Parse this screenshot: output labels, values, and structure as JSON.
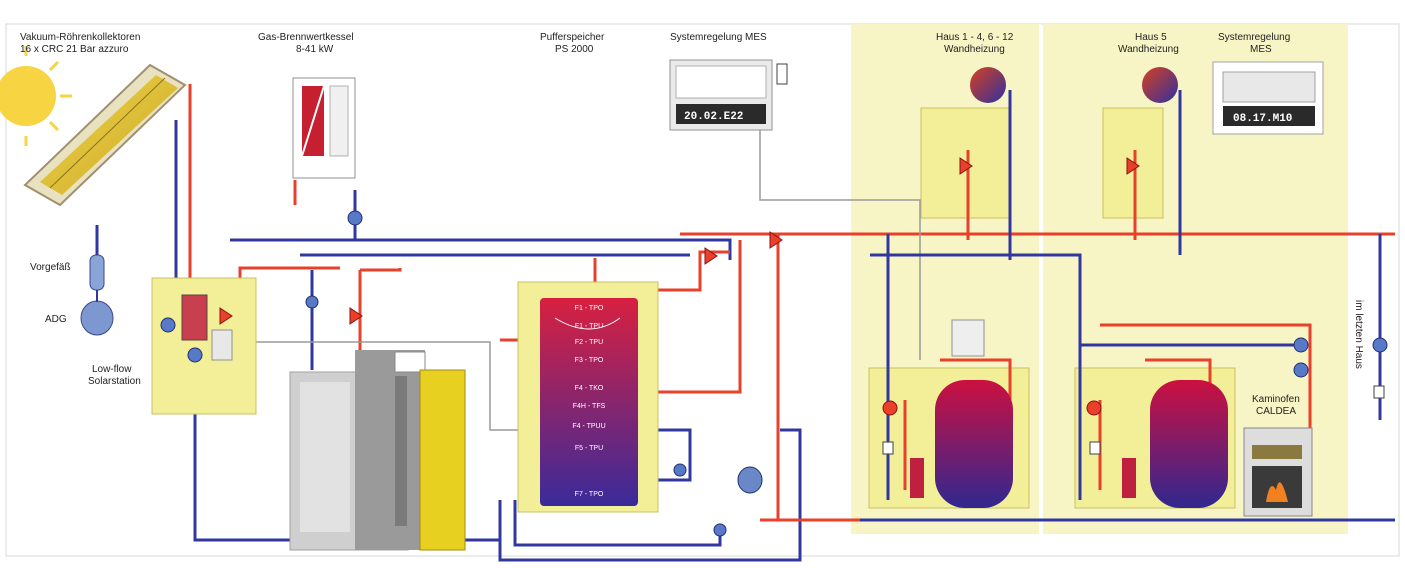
{
  "labels": {
    "collector_title": "Vakuum-Röhrenkollektoren",
    "collector_sub": "16 x CRC 21 Bar azzuro",
    "boiler_title": "Gas-Brennwertkessel",
    "boiler_sub": "8-41 kW",
    "buffer_title": "Pufferspeicher",
    "buffer_sub": "PS 2000",
    "control_title": "Systemregelung MES",
    "haus1_title": "Haus 1 - 4, 6 - 12",
    "haus1_sub": "Wandheizung",
    "haus5_title": "Haus 5",
    "haus5_sub": "Wandheizung",
    "control2_title": "Systemregelung",
    "control2_sub": "MES",
    "vorgefass": "Vorgefäß",
    "adg": "ADG",
    "station": "Low-flow",
    "station_sub": "Solarstation",
    "other_house": "im letzten Haus",
    "kaminofen": "Kaminofen",
    "kaminofen_sub": "CALDEA",
    "display1": "20.02.E22",
    "display2": "08.17.M10"
  },
  "buffer_sensors": [
    "F1 - TPO",
    "F1 - TPU",
    "F2 - TPU",
    "F3 - TPO",
    "F4 - TKO",
    "F4H - TFS",
    "F4 - TPUU",
    "F5 - TPU",
    "F7 - TPO"
  ],
  "colors": {
    "background_zone": "#f7f5c6",
    "hot_pipe": "#e8402a",
    "cold_pipe": "#3038a0",
    "buffer_top": "#d82040",
    "buffer_bottom": "#3a2a9a"
  }
}
